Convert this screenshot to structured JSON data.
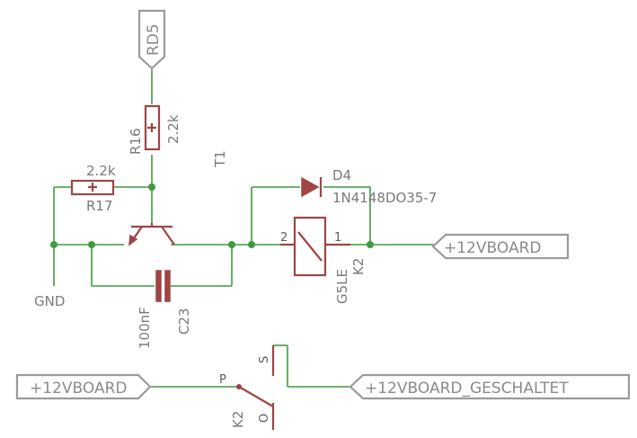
{
  "ports": {
    "rd5": "RD5",
    "vboard_right": "+12VBOARD",
    "vboard_left": "+12VBOARD",
    "vboard_switched": "+12VBOARD_GESCHALTET",
    "gnd": "GND"
  },
  "components": {
    "r16": {
      "name": "R16",
      "value": "2.2k"
    },
    "r17": {
      "name": "R17",
      "value": "2.2k"
    },
    "t1": {
      "name": "T1"
    },
    "c23": {
      "name": "C23",
      "value": "100nF"
    },
    "d4": {
      "name": "D4",
      "value": "1N4148DO35-7"
    },
    "k2_coil": {
      "name": "K2",
      "value": "G5LE",
      "pin_a": "2",
      "pin_b": "1"
    },
    "k2_switch": {
      "name": "K2",
      "pin_p": "P",
      "pin_s": "S",
      "pin_o": "O"
    }
  },
  "colors": {
    "wire": "#3f9a3f",
    "part": "#9e4545",
    "port": "#9a9a9a",
    "text": "#7a7a7a"
  }
}
